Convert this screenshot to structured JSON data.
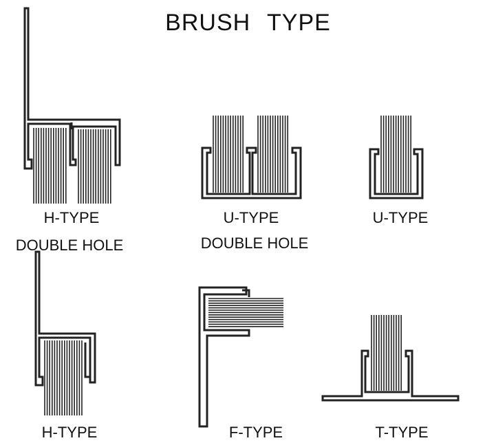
{
  "title": "BRUSH   TYPE",
  "labels": {
    "h_type_double_type": "H-TYPE",
    "h_type_double_hole": "DOUBLE HOLE",
    "u_type_double_type": "U-TYPE",
    "u_type_double_hole": "DOUBLE HOLE",
    "u_type_single": "U-TYPE",
    "h_type_single": "H-TYPE",
    "f_type": "F-TYPE",
    "t_type": "T-TYPE"
  },
  "colors": {
    "line": "#222222",
    "background": "#ffffff"
  }
}
